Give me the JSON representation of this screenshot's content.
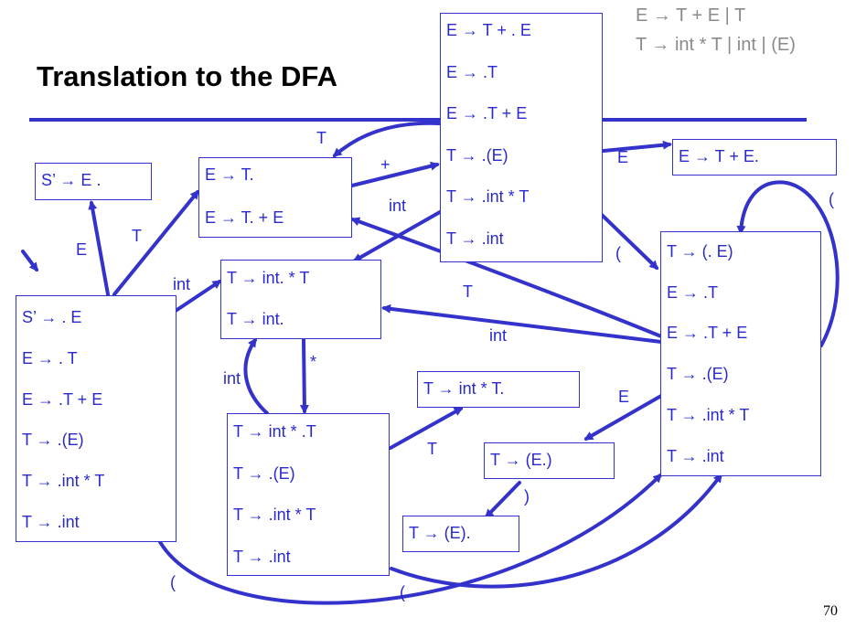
{
  "title": "Translation to the DFA",
  "grammar": [
    "E → T + E | T",
    "T → int * T | int | (E)"
  ],
  "page_number": "70",
  "states": {
    "s0": [
      "S’ → . E",
      "E → . T",
      "E → .T + E",
      "T → .(E)",
      "T → .int * T",
      "T → .int"
    ],
    "s_accept": [
      "S’ → E ."
    ],
    "s_et": [
      "E → T.",
      "E → T. + E"
    ],
    "s_etpe": [
      "E → T + . E",
      "E → .T",
      "E → .T + E",
      "T → .(E)",
      "T → .int * T",
      "T → .int"
    ],
    "s_etpe_done": [
      "E → T + E."
    ],
    "s_int": [
      "T → int. * T",
      "T → int."
    ],
    "s_intstar": [
      "T → int * .T",
      "T → .(E)",
      "T → .int * T",
      "T → .int"
    ],
    "s_intstar_t": [
      "T → int * T."
    ],
    "s_paren": [
      "T → (. E)",
      "E → .T",
      "E → .T + E",
      "T → .(E)",
      "T → .int * T",
      "T → .int"
    ],
    "s_parenE": [
      "T → (E.)"
    ],
    "s_parenEclose": [
      "T → (E)."
    ]
  },
  "edge_labels": {
    "e1": "E",
    "e2": "T",
    "e3": "int",
    "e4": "+",
    "e5": "T",
    "e6": "int",
    "e7": "E",
    "e8": "(",
    "e9": "(",
    "e10": "T",
    "e11": "int",
    "e12": "*",
    "e13": "int",
    "e14": "T",
    "e15": "E",
    "e16": ")",
    "e17": "(",
    "e18": "("
  }
}
